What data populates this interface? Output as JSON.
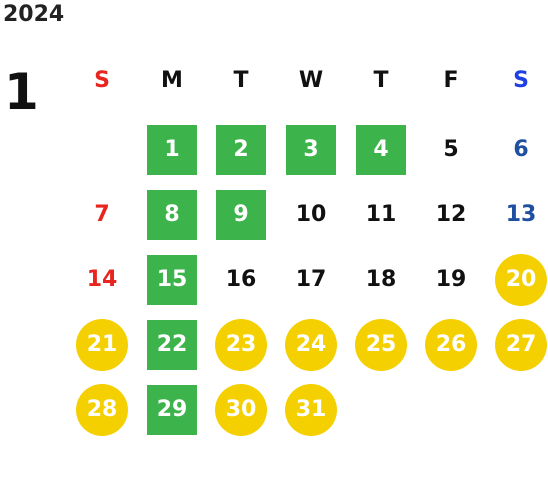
{
  "calendar": {
    "year": "2024",
    "month": "1",
    "weekday_headers": [
      {
        "label": "S",
        "color": "#e8251f"
      },
      {
        "label": "M",
        "color": "#111111"
      },
      {
        "label": "T",
        "color": "#111111"
      },
      {
        "label": "W",
        "color": "#111111"
      },
      {
        "label": "T",
        "color": "#111111"
      },
      {
        "label": "F",
        "color": "#111111"
      },
      {
        "label": "S",
        "color": "#1f3fe0"
      }
    ],
    "legend_colors": {
      "green_box": "#3cb44b",
      "yellow_circle": "#f5d000",
      "sunday_text": "#e8251f",
      "saturday_text": "#1f4fa0"
    },
    "days": [
      {
        "day": "1",
        "style": "green"
      },
      {
        "day": "2",
        "style": "green"
      },
      {
        "day": "3",
        "style": "green"
      },
      {
        "day": "4",
        "style": "green"
      },
      {
        "day": "5",
        "style": "plain"
      },
      {
        "day": "6",
        "style": "saturday"
      },
      {
        "day": "7",
        "style": "sunday"
      },
      {
        "day": "8",
        "style": "green"
      },
      {
        "day": "9",
        "style": "green"
      },
      {
        "day": "10",
        "style": "plain"
      },
      {
        "day": "11",
        "style": "plain"
      },
      {
        "day": "12",
        "style": "plain"
      },
      {
        "day": "13",
        "style": "saturday"
      },
      {
        "day": "14",
        "style": "sunday"
      },
      {
        "day": "15",
        "style": "green"
      },
      {
        "day": "16",
        "style": "plain"
      },
      {
        "day": "17",
        "style": "plain"
      },
      {
        "day": "18",
        "style": "plain"
      },
      {
        "day": "19",
        "style": "plain"
      },
      {
        "day": "20",
        "style": "yellow"
      },
      {
        "day": "21",
        "style": "yellow"
      },
      {
        "day": "22",
        "style": "green"
      },
      {
        "day": "23",
        "style": "yellow"
      },
      {
        "day": "24",
        "style": "yellow"
      },
      {
        "day": "25",
        "style": "yellow"
      },
      {
        "day": "26",
        "style": "yellow"
      },
      {
        "day": "27",
        "style": "yellow"
      },
      {
        "day": "28",
        "style": "yellow"
      },
      {
        "day": "29",
        "style": "green"
      },
      {
        "day": "30",
        "style": "yellow"
      },
      {
        "day": "31",
        "style": "yellow"
      }
    ]
  }
}
